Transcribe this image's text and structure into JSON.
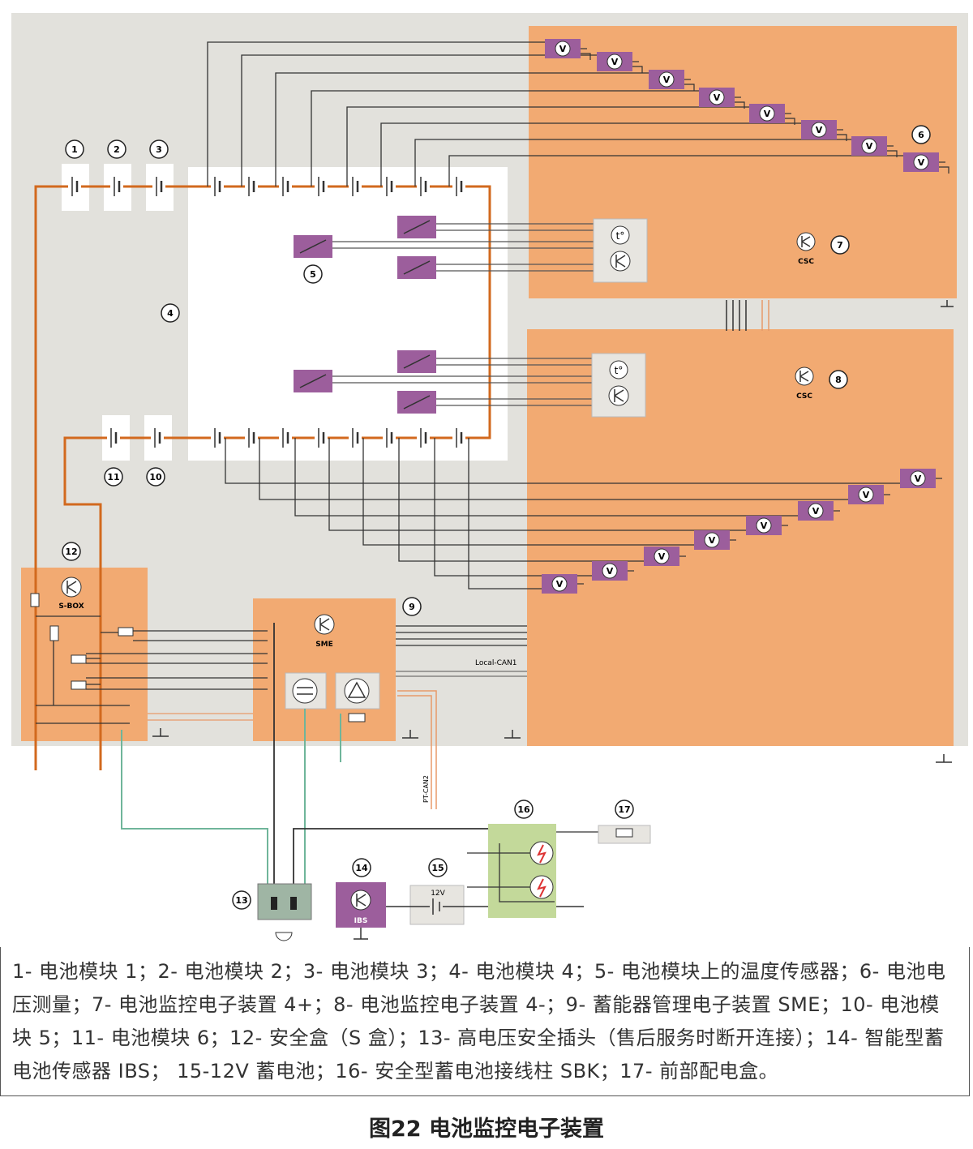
{
  "diagram": {
    "callouts": [
      "1",
      "2",
      "3",
      "4",
      "5",
      "6",
      "7",
      "8",
      "9",
      "10",
      "11",
      "12",
      "13",
      "14",
      "15",
      "16",
      "17"
    ],
    "box_labels": {
      "csc_top": "CSC",
      "csc_bottom": "CSC",
      "s_box": "S-BOX",
      "sme": "SME",
      "ibs": "IBS",
      "battery_12v": "12V",
      "local_can": "Local-CAN1",
      "pt_can": "PT-CAN2"
    },
    "symbols": {
      "voltage": "V",
      "temperature": "t°"
    }
  },
  "caption": "1- 电池模块 1；2- 电池模块 2；3- 电池模块 3；4- 电池模块 4；5- 电池模块上的温度传感器；6- 电池电压测量；7- 电池监控电子装置 4+；8- 电池监控电子装置 4-；9- 蓄能器管理电子装置 SME；10- 电池模块 5；11- 电池模块 6；12- 安全盒（S 盒）；13- 高电压安全插头（售后服务时断开连接）；14- 智能型蓄电池传感器 IBS； 15-12V 蓄电池；16- 安全型蓄电池接线柱 SBK；17- 前部配电盒。",
  "figure_title": "图22 电池监控电子装置",
  "colors": {
    "background_panel": "#e2e1dc",
    "orange_panel": "#f2aa72",
    "purple_box": "#9c5e9c",
    "orange_wire": "#d2691e",
    "green_wire": "#6fb59a",
    "sbk_green": "#c3d99a"
  }
}
